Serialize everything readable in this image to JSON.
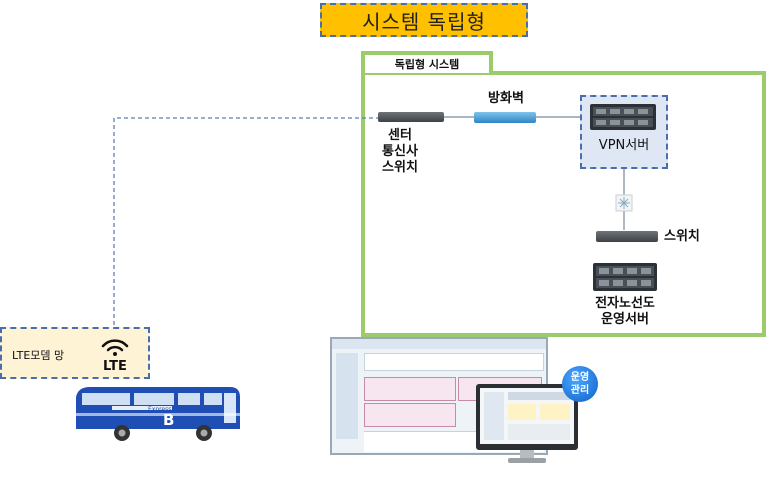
{
  "title": "시스템 독립형",
  "system_label": "독립형 시스템",
  "nodes": {
    "center_switch": [
      "센터",
      "통신사",
      "스위치"
    ],
    "firewall": "방화벽",
    "vpn_server": "VPN서버",
    "switch": "스위치",
    "route_server": [
      "전자노선도",
      "운영서버"
    ]
  },
  "lte": {
    "label": "LTE모뎀 망",
    "icon_text": "LTE"
  },
  "bus": {
    "letter": "B",
    "sign": "Express Bus"
  },
  "badge": [
    "운영",
    "관리"
  ],
  "colors": {
    "title_bg": "#ffc000",
    "frame": "#9bcb6a",
    "dashed_border": "#4a6ea9",
    "vpn_bg": "#dfe7f4",
    "lte_bg": "#fff3d6",
    "bus_blue": "#1f4fb4"
  }
}
